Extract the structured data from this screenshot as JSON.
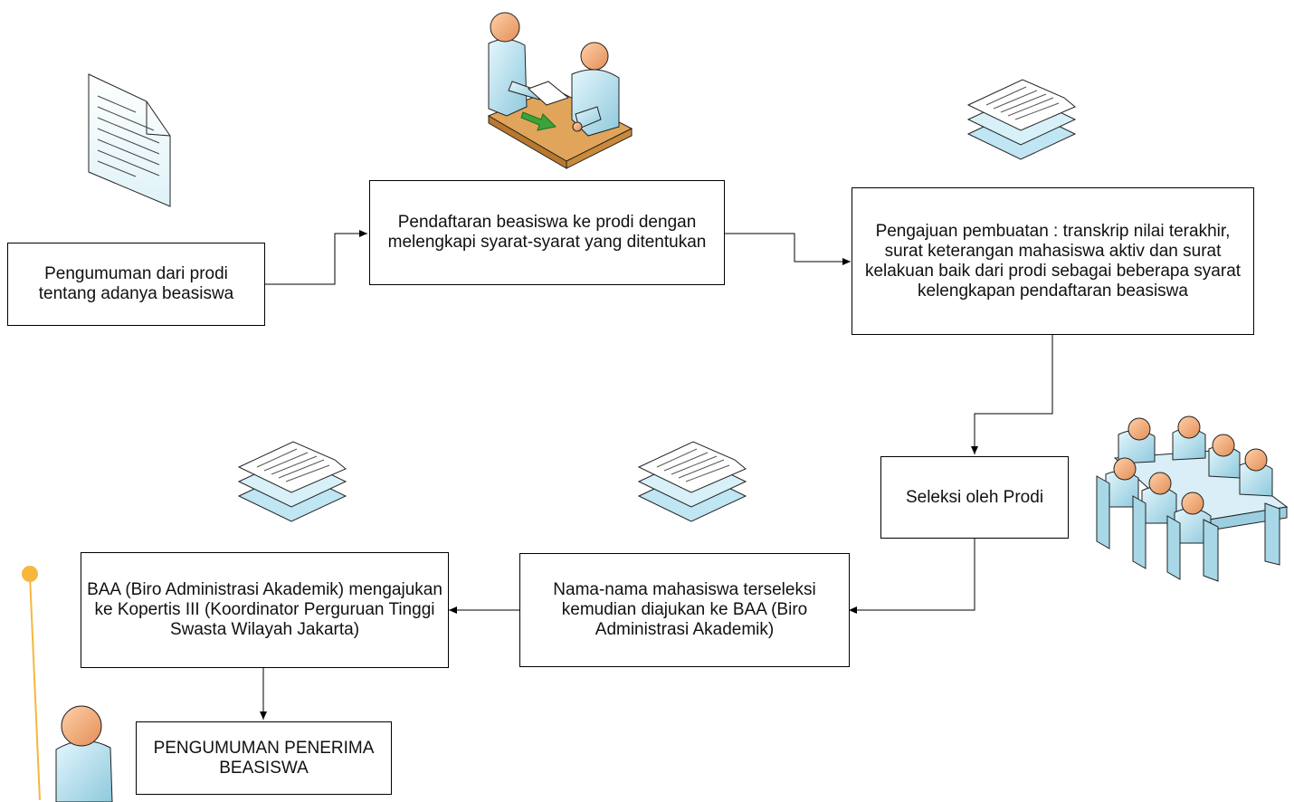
{
  "steps": {
    "announcement": "Pengumuman dari prodi tentang adanya beasiswa",
    "registration": "Pendaftaran beasiswa ke prodi dengan melengkapi syarat-syarat yang ditentukan",
    "document_request": "Pengajuan pembuatan : transkrip nilai terakhir, surat keterangan mahasiswa aktiv dan surat kelakuan baik dari prodi sebagai beberapa syarat kelengkapan pendaftaran beasiswa",
    "selection": "Seleksi oleh Prodi",
    "submission_to_baa": "Nama-nama mahasiswa terseleksi kemudian diajukan ke BAA (Biro Administrasi Akademik)",
    "baa_to_kopertis": "BAA (Biro Administrasi Akademik) mengajukan ke Kopertis III (Koordinator Perguruan Tinggi Swasta Wilayah Jakarta)",
    "result_announcement": "PENGUMUMAN PENERIMA BEASISWA"
  },
  "colors": {
    "line": "#000000",
    "skin": "#f0a87a",
    "clothing": "#b8e4f2",
    "clothing_dark": "#7fbfd6",
    "desk": "#d99a45",
    "arrow_green": "#3aa33a",
    "pointer": "#f6b73c"
  },
  "icons": [
    "document-icon",
    "handover-people-icon",
    "document-stack-icon",
    "meeting-table-icon",
    "person-icon"
  ]
}
